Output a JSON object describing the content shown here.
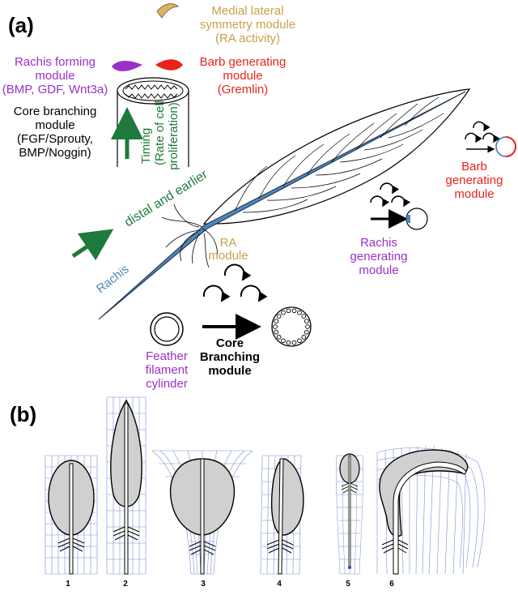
{
  "panels": {
    "a": "(a)",
    "b": "(b)"
  },
  "labels": {
    "medial_1": "Medial lateral",
    "medial_2": "symmetry module",
    "medial_3": "(RA activity)",
    "rachis_form_1": "Rachis forming",
    "rachis_form_2": "module",
    "rachis_form_3": "(BMP, GDF, Wnt3a)",
    "barb_gen_1": "Barb generating",
    "barb_gen_2": "module",
    "barb_gen_3": "(Gremlin)",
    "core_1": "Core branching",
    "core_2": "module",
    "core_3": "(FGF/Sprouty,",
    "core_4": "BMP/Noggin)",
    "timing_1": "Timing",
    "timing_2": "(Rate of cell",
    "timing_3": "proliferation)",
    "distal": "distal and earlier",
    "rachis": "Rachis",
    "ra_1": "RA",
    "ra_2": "module",
    "barb_right_1": "Barb",
    "barb_right_2": "generating",
    "barb_right_3": "module",
    "rachis_right_1": "Rachis",
    "rachis_right_2": "generating",
    "rachis_right_3": "module",
    "filament_1": "Feather",
    "filament_2": "filament",
    "filament_3": "cylinder",
    "branching_1": "Core",
    "branching_2": "Branching",
    "branching_3": "module"
  },
  "shapes": [
    "1",
    "2",
    "3",
    "4",
    "5",
    "6"
  ],
  "colors": {
    "purple": "#9b30c8",
    "red": "#e8231c",
    "green": "#1e7a3c",
    "gold": "#c9a04a",
    "blue": "#4f86b8",
    "black": "#000000",
    "grid": "#7a8ed8",
    "vane": "#d0d0d0"
  }
}
